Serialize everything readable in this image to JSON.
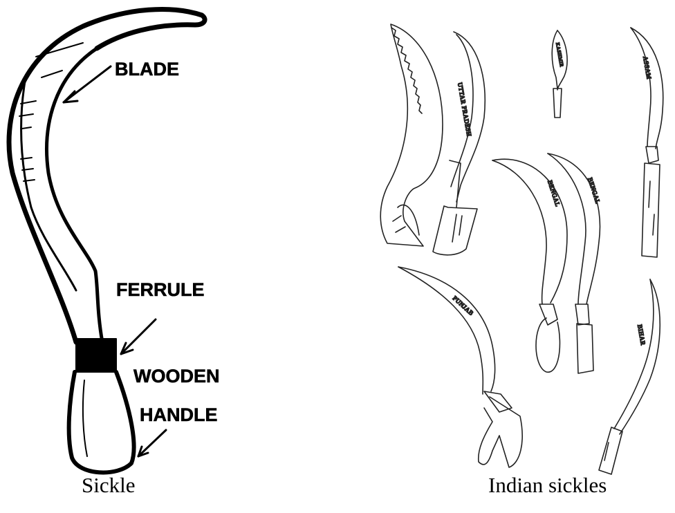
{
  "sickle_diagram": {
    "labels": {
      "blade": "BLADE",
      "ferrule": "FERRULE",
      "wooden": "WOODEN",
      "handle": "HANDLE"
    },
    "caption": "Sickle"
  },
  "indian_sickles": {
    "regions": [
      "UTTAR PRADESH",
      "KASHMIR",
      "ASSAM",
      "BENGAL",
      "BENGAL",
      "PUNJAB",
      "BIHAR"
    ],
    "caption": "Indian sickles"
  }
}
